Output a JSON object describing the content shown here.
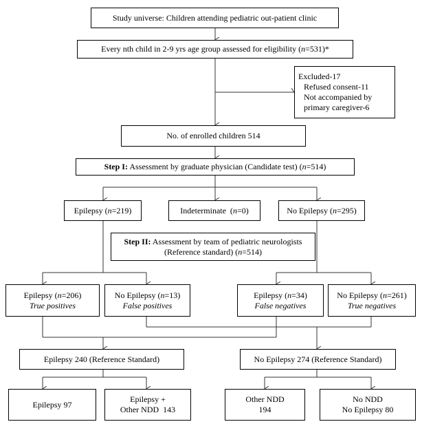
{
  "study_universe": "Study universe: Children attending pediatric out-patient clinic",
  "eligibility": {
    "prefix": "Every nth child in 2-9 yrs age group assessed for eligibility (",
    "n": "n",
    "suffix": "=531)*"
  },
  "excluded": {
    "title": "Excluded-17",
    "refused": "Refused consent-11",
    "not_accompanied_1": "Not accompanied by",
    "not_accompanied_2": "primary caregiver-6"
  },
  "enrolled": "No. of enrolled children 514",
  "step1": {
    "label": "Step I:",
    "text": " Assessment by graduate physician (Candidate test) (",
    "n": "n",
    "suffix": "=514)"
  },
  "epilepsy_219": {
    "prefix": "Epilepsy (",
    "n": "n",
    "suffix": "=219)"
  },
  "indeterminate": {
    "prefix": "Indeterminate  (",
    "n": "n",
    "suffix": "=0)"
  },
  "no_epilepsy_295": {
    "prefix": "No Epilepsy (",
    "n": "n",
    "suffix": "=295)"
  },
  "step2": {
    "label": "Step II:",
    "text": " Assessment by team of pediatric neurologists",
    "line2_prefix": "(Reference standard) (",
    "n": "n",
    "line2_suffix": "=514)"
  },
  "tp": {
    "prefix": "Epilepsy (",
    "n": "n",
    "suffix": "=206)",
    "sub": "True positives"
  },
  "fp": {
    "prefix": "No Epilepsy (",
    "n": "n",
    "suffix": "=13)",
    "sub": "False positives"
  },
  "fn": {
    "prefix": "Epilepsy (",
    "n": "n",
    "suffix": "=34)",
    "sub": "False negatives"
  },
  "tn": {
    "prefix": "No Epilepsy (",
    "n": "n",
    "suffix": "=261)",
    "sub": "True negatives"
  },
  "ref_epilepsy": "Epilepsy 240 (Reference Standard)",
  "ref_no_epilepsy": "No Epilepsy 274 (Reference Standard)",
  "epilepsy_97": "Epilepsy 97",
  "epilepsy_plus": {
    "line1": "Epilepsy +",
    "line2": "Other NDD  143"
  },
  "other_ndd": {
    "line1": "Other NDD",
    "line2": "194"
  },
  "no_ndd": {
    "line1": "No NDD",
    "line2": "No Epilepsy 80"
  },
  "colors": {
    "line": "#333333",
    "border": "#000000",
    "background": "#ffffff"
  }
}
